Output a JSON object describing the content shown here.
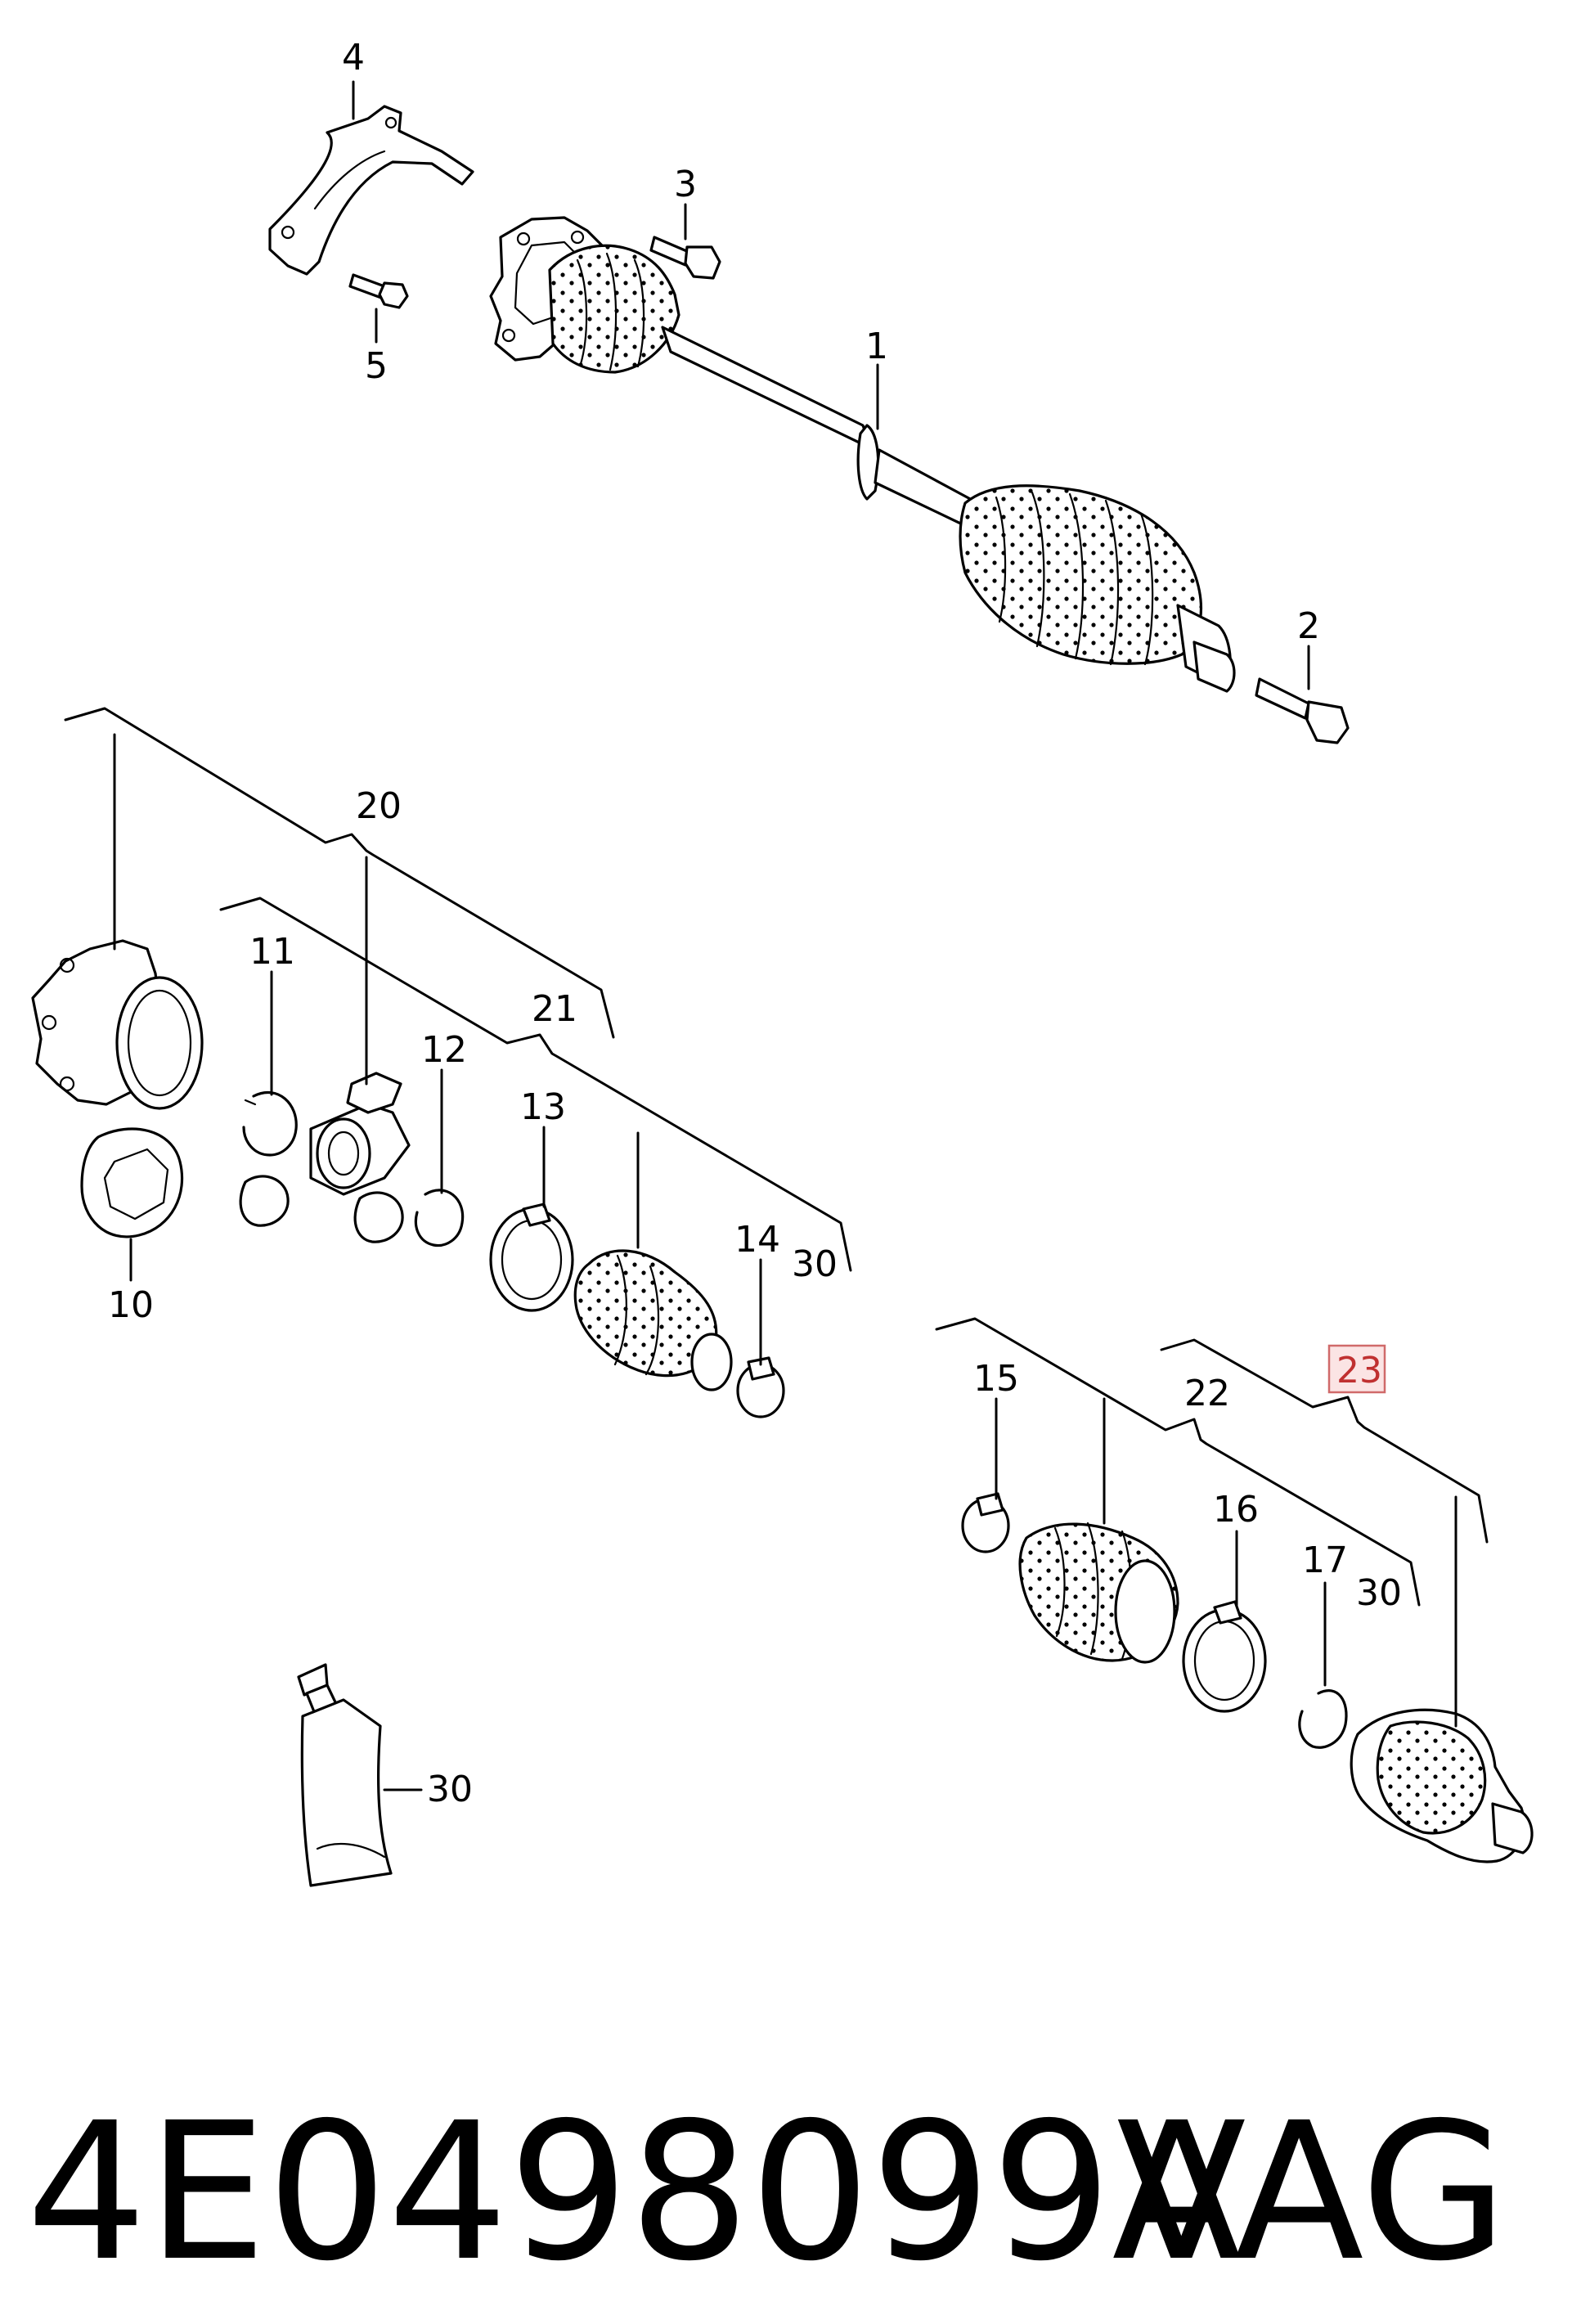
{
  "callouts": {
    "c1": "1",
    "c2": "2",
    "c3": "3",
    "c4": "4",
    "c5": "5",
    "c10": "10",
    "c11": "11",
    "c12": "12",
    "c13": "13",
    "c14": "14",
    "c15": "15",
    "c16": "16",
    "c17": "17",
    "c20": "20",
    "c21": "21",
    "c22": "22",
    "c23": "23",
    "c30a": "30",
    "c30b": "30",
    "c30c": "30"
  },
  "footer": {
    "part_number": "4E0498099A",
    "brand": "VAG"
  },
  "colors": {
    "line": "#000000",
    "highlight_border": "#d06a6a",
    "highlight_fill": "#fbe4e4",
    "highlight_text": "#c03030"
  }
}
